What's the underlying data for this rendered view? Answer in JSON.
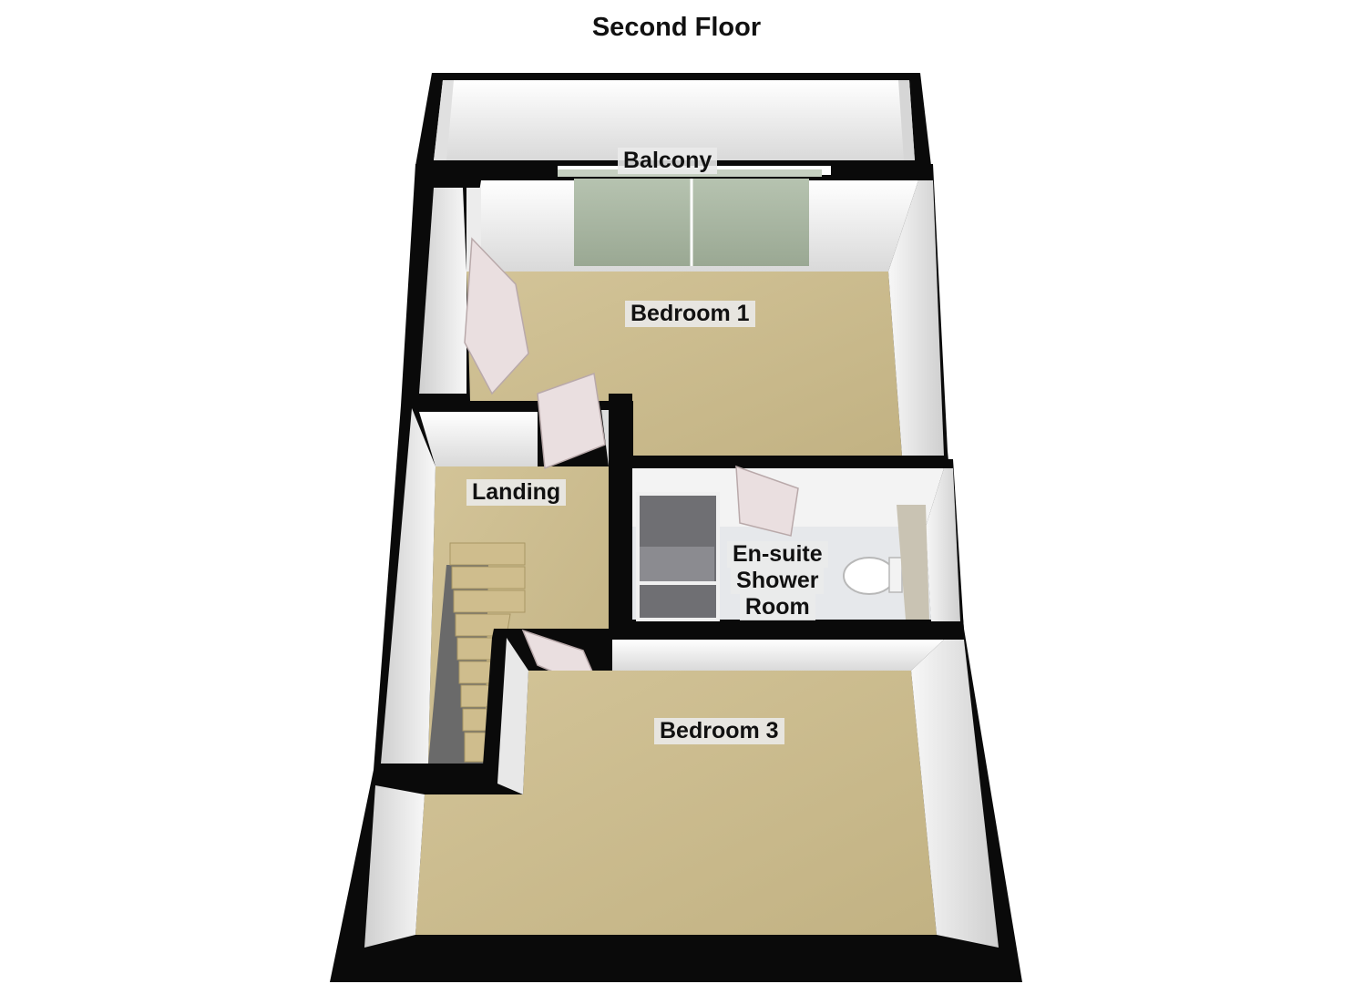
{
  "title": "Second Floor",
  "rooms": {
    "balcony": "Balcony",
    "bedroom1": "Bedroom 1",
    "landing": "Landing",
    "ensuite": [
      "En-suite",
      "Shower",
      "Room"
    ],
    "bedroom3": "Bedroom 3"
  },
  "colors": {
    "wall": "#0a0a0a",
    "carpet": "#cbbb8f",
    "wall_face": "#f2f2f2",
    "tile": "#e9eaec",
    "glass": "#a9b6a2",
    "door": "#e8dcdd"
  }
}
